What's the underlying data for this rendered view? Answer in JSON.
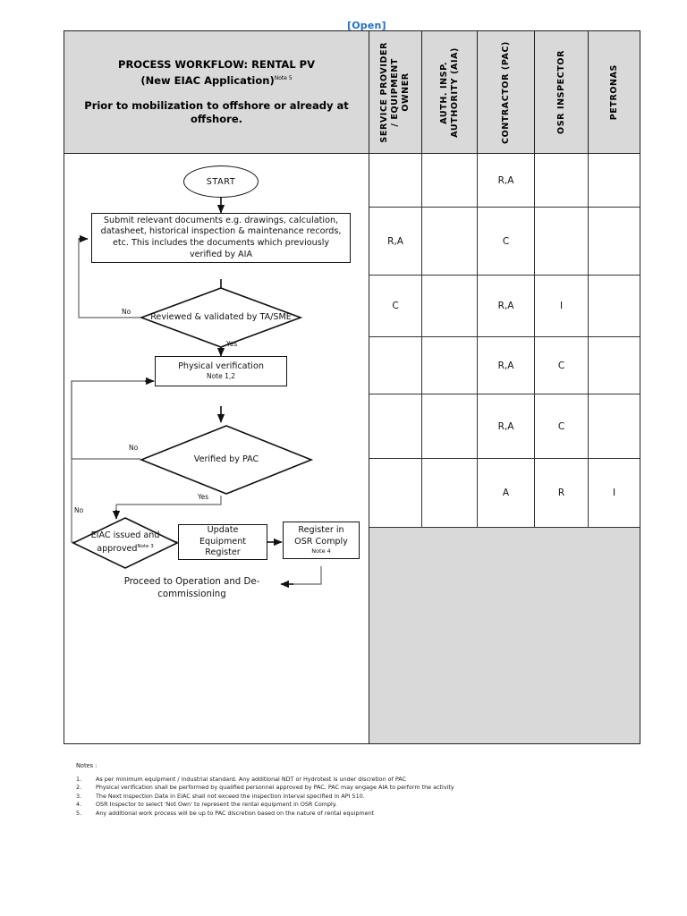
{
  "top_link": "[Open]",
  "header": {
    "title_line1": "PROCESS WORKFLOW: RENTAL PV",
    "title_line2": "(New EIAC Application)",
    "title_note": "Note 5",
    "title_line3": "Prior to mobilization to offshore or already at offshore.",
    "columns": [
      {
        "label": "SERVICE PROVIDER\n/ EQUIPMENT\nOWNER",
        "width": 59
      },
      {
        "label": "AUTH. INSP.\nAUTHORITY (AIA)",
        "width": 62
      },
      {
        "label": "CONTRACTOR (PAC)",
        "width": 64
      },
      {
        "label": "OSR INSPECTOR",
        "width": 60
      },
      {
        "label": "PETRONAS",
        "width": 58
      }
    ]
  },
  "flow": {
    "start": "START",
    "submit": "Submit relevant documents e.g. drawings, calculation, datasheet, historical inspection & maintenance records, etc. This includes the documents which previously verified by AIA",
    "reviewed": "Reviewed & validated by TA/SME",
    "physical": "Physical verification",
    "physical_note": "Note 1,2",
    "verified": "Verified by PAC",
    "eiac": "EIAC issued and approved",
    "eiac_note": "Note 3",
    "update_register": "Update Equipment Register",
    "osr_register": "Register in OSR Comply",
    "osr_note": "Note 4",
    "proceed": "Proceed to Operation and De-commissioning",
    "yes": "Yes",
    "no": "No"
  },
  "matrix": {
    "rows": [
      {
        "height": 60,
        "cells": [
          "",
          "",
          "R,A",
          "",
          ""
        ]
      },
      {
        "height": 76,
        "cells": [
          "R,A",
          "",
          "C",
          "",
          ""
        ]
      },
      {
        "height": 69,
        "cells": [
          "C",
          "",
          "R,A",
          "I",
          ""
        ]
      },
      {
        "height": 64,
        "cells": [
          "",
          "",
          "R,A",
          "C",
          ""
        ]
      },
      {
        "height": 72,
        "cells": [
          "",
          "",
          "R,A",
          "C",
          ""
        ]
      },
      {
        "height": 77,
        "cells": [
          "",
          "",
          "A",
          "R",
          "I"
        ]
      }
    ],
    "gray_fill_color": "#d9d9d9"
  },
  "notes": {
    "heading": "Notes :",
    "items": [
      {
        "num": "1.",
        "text": "As per minimum equipment / industrial standard. Any additional NDT or Hydrotest is under discretion of PAC"
      },
      {
        "num": "2.",
        "text": "Physical verification shall be performed by qualified personnel approved by PAC. PAC may engage AIA to perform the activity"
      },
      {
        "num": "3.",
        "text": "The Next Inspection Date in EIAC shall not exceed the inspection interval specified in API 510."
      },
      {
        "num": "4.",
        "text": "OSR Inspector to select 'Not Own' to represent the rental equipment in OSR Comply."
      },
      {
        "num": "5.",
        "text": "Any additional work process will be up to PAC discretion based on the nature of rental equipment"
      }
    ]
  }
}
